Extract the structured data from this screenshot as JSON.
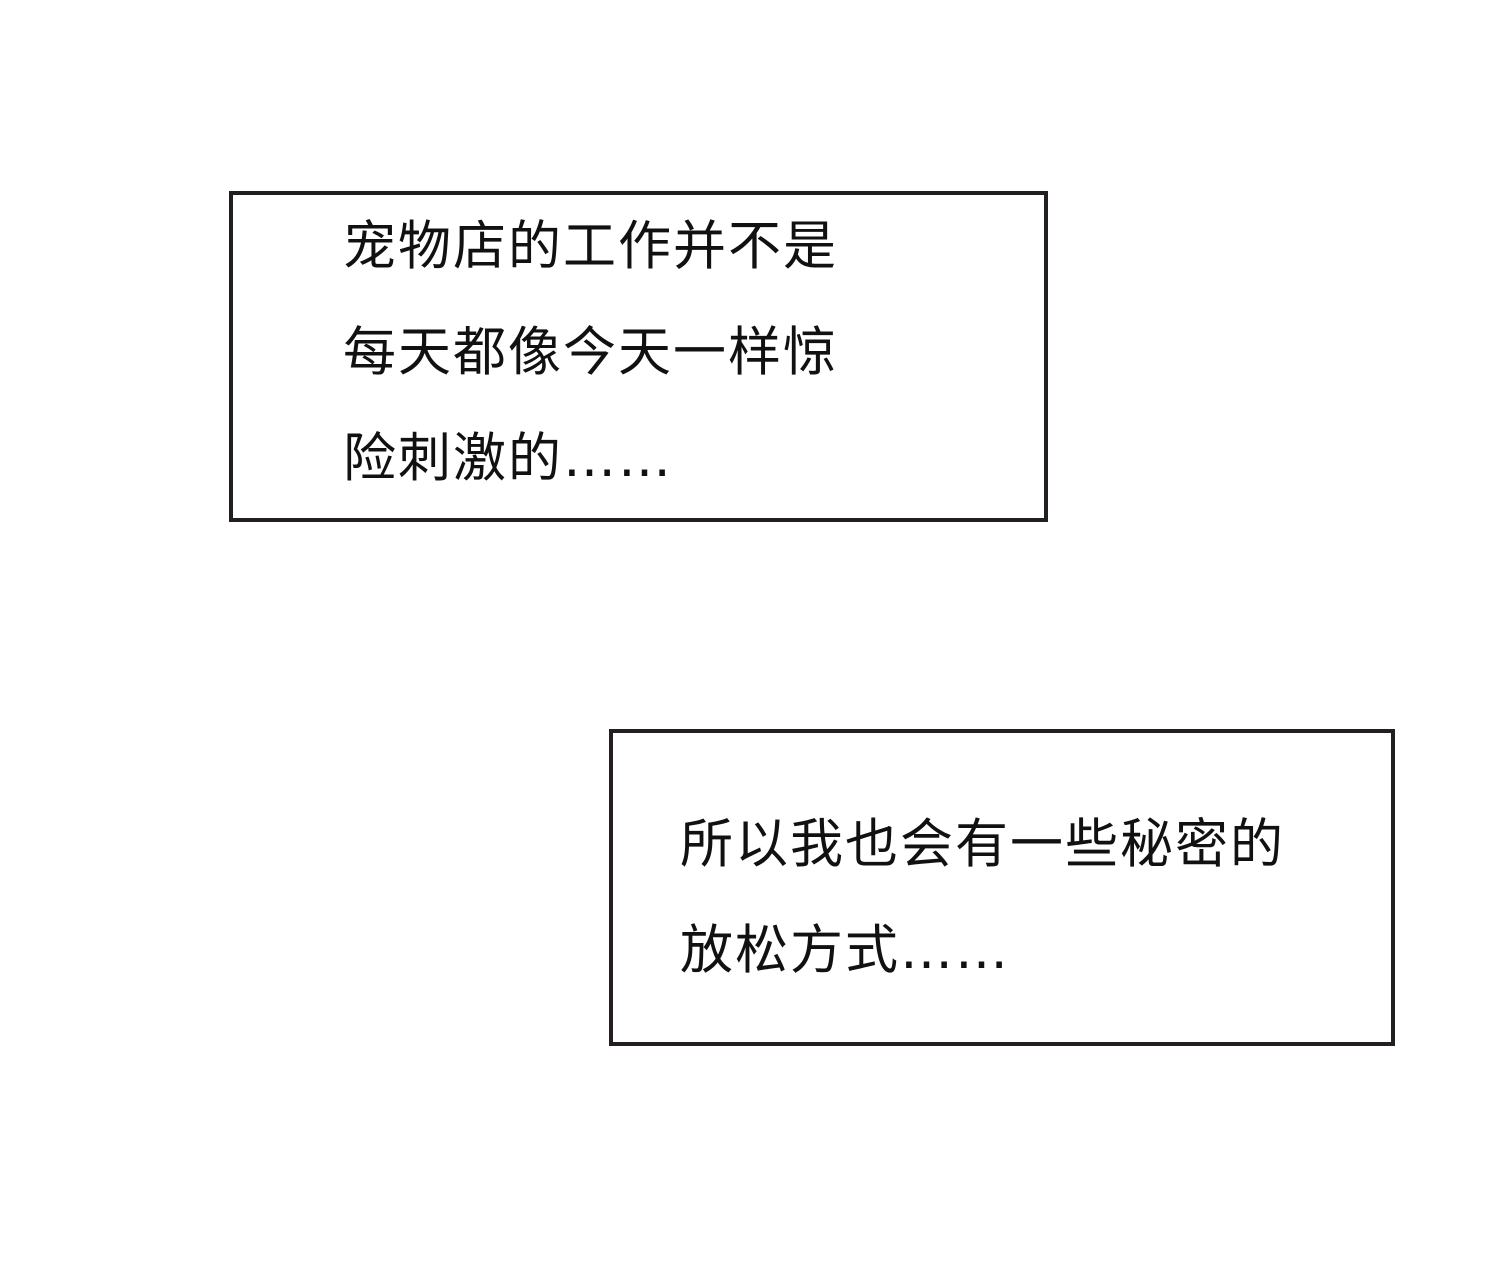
{
  "captions": [
    {
      "lines": [
        "宠物店的工作并不是",
        "每天都像今天一样惊",
        "险刺激的……"
      ]
    },
    {
      "lines": [
        "所以我也会有一些秘密的",
        "放松方式……"
      ]
    }
  ]
}
